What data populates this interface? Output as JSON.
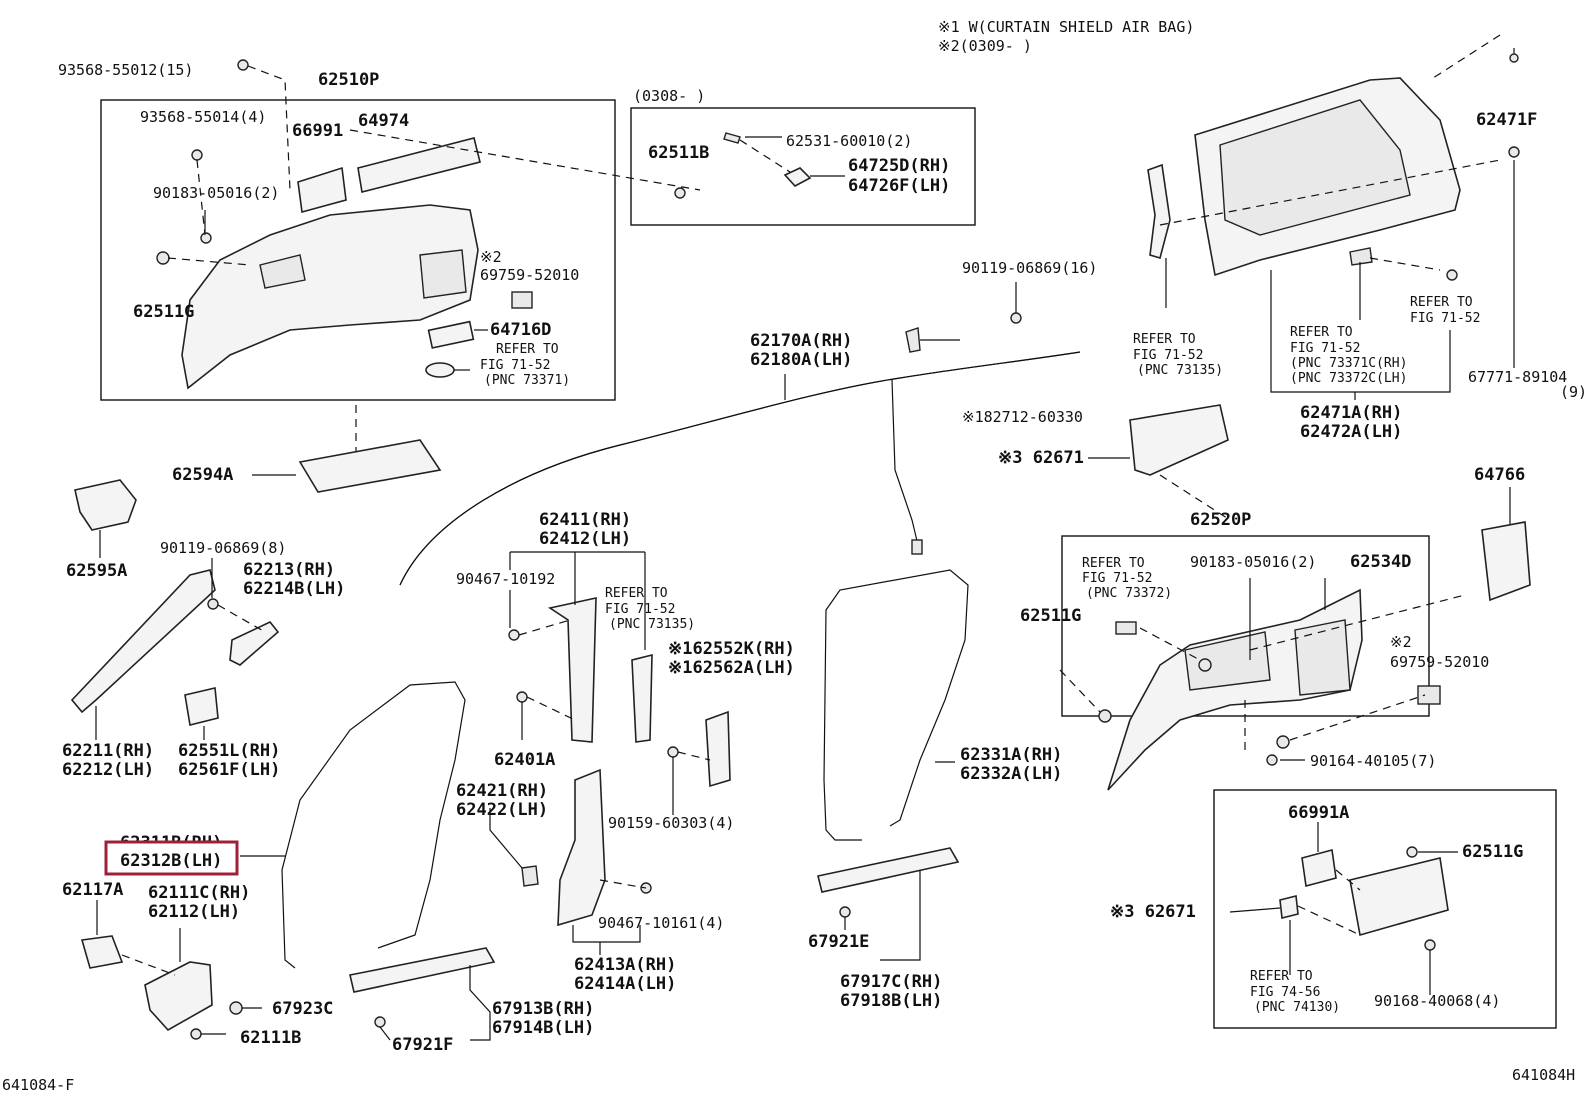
{
  "header": {
    "note1": "※1 W(CURTAIN SHIELD AIR BAG)",
    "note2": "※2(0309-      )"
  },
  "box_0308": {
    "title": "(0308-      )"
  },
  "footer": {
    "left_code": "641084-F",
    "right_code": "641084H"
  },
  "highlight_color": "#a0203a",
  "labels": {
    "p93568_55012": "93568-55012(15)",
    "p62510P": "62510P",
    "p93568_55014": "93568-55014(4)",
    "p66991": "66991",
    "p64974": "64974",
    "p90183_05016a": "90183-05016(2)",
    "p62511G_a": "62511G",
    "note2a": "※2",
    "p69759_52010a": "69759-52010",
    "p64716D": "64716D",
    "ref71_52a_1": "REFER TO",
    "ref71_52a_2": "FIG 71-52",
    "ref71_52a_3": "(PNC 73371)",
    "p62511B": "62511B",
    "p62531": "62531-60010(2)",
    "p64725D": "64725D(RH)",
    "p64726F": "64726F(LH)",
    "p62594A": "62594A",
    "p62595A": "62595A",
    "p90119_06869a": "90119-06869(16)",
    "p62170A": "62170A(RH)",
    "p62180A": "62180A(LH)",
    "p182712": "※182712-60330",
    "p62471F": "62471F",
    "ref71_52b_1": "REFER TO",
    "ref71_52b_2": "FIG 71-52",
    "ref71_52b_3": "(PNC 73135)",
    "ref71_52c_1": "REFER TO",
    "ref71_52c_2": "FIG 71-52",
    "ref71_52c_3": "(PNC 73371C(RH)",
    "ref71_52c_4": "(PNC 73372C(LH)",
    "ref71_52d_1": "REFER TO",
    "ref71_52d_2": "FIG 71-52",
    "p67771": "67771-89104",
    "p67771_qty": "(9)",
    "p62471A": "62471A(RH)",
    "p62472A": "62472A(LH)",
    "p62671a": "※3 62671",
    "p64766": "64766",
    "p62520P": "62520P",
    "p62411": "62411(RH)",
    "p62412": "62412(LH)",
    "p90119_06869b": "90119-06869(8)",
    "p62213": "62213(RH)",
    "p62214B": "62214B(LH)",
    "p90467_10192": "90467-10192",
    "ref71_52e_1": "REFER TO",
    "ref71_52e_2": "FIG 71-52",
    "ref71_52e_3": "(PNC 73135)",
    "p62552K": "※162552K(RH)",
    "p62562A": "※162562A(LH)",
    "ref71_52f_1": "REFER TO",
    "ref71_52f_2": "FIG 71-52",
    "ref71_52f_3": "(PNC 73372)",
    "p90183_05016b": "90183-05016(2)",
    "p62534D": "62534D",
    "p62511G_b": "62511G",
    "note2b": "※2",
    "p69759_52010b": "69759-52010",
    "p62211": "62211(RH)",
    "p62212": "62212(LH)",
    "p62551L": "62551L(RH)",
    "p62561F": "62561F(LH)",
    "p62401A": "62401A",
    "p62331A": "62331A(RH)",
    "p62332A": "62332A(LH)",
    "p90164": "90164-40105(7)",
    "p62421": "62421(RH)",
    "p62422": "62422(LH)",
    "p62311B": "62311B(RH)",
    "p62312B": "62312B(LH)",
    "p90159": "90159-60303(4)",
    "p66991A": "66991A",
    "p62117A": "62117A",
    "p62111C": "62111C(RH)",
    "p62112": "62112(LH)",
    "p62511G_c": "62511G",
    "p62671b": "※3 62671",
    "p90467_10161": "90467-10161(4)",
    "p67921E": "67921E",
    "p62413A": "62413A(RH)",
    "p62414A": "62414A(LH)",
    "ref74_56_1": "REFER TO",
    "ref74_56_2": "FIG 74-56",
    "ref74_56_3": "(PNC 74130)",
    "p67917C": "67917C(RH)",
    "p67918B": "67918B(LH)",
    "p90168": "90168-40068(4)",
    "p67923C": "67923C",
    "p67913B": "67913B(RH)",
    "p67914B": "67914B(LH)",
    "p62111B": "62111B",
    "p67921F": "67921F"
  }
}
